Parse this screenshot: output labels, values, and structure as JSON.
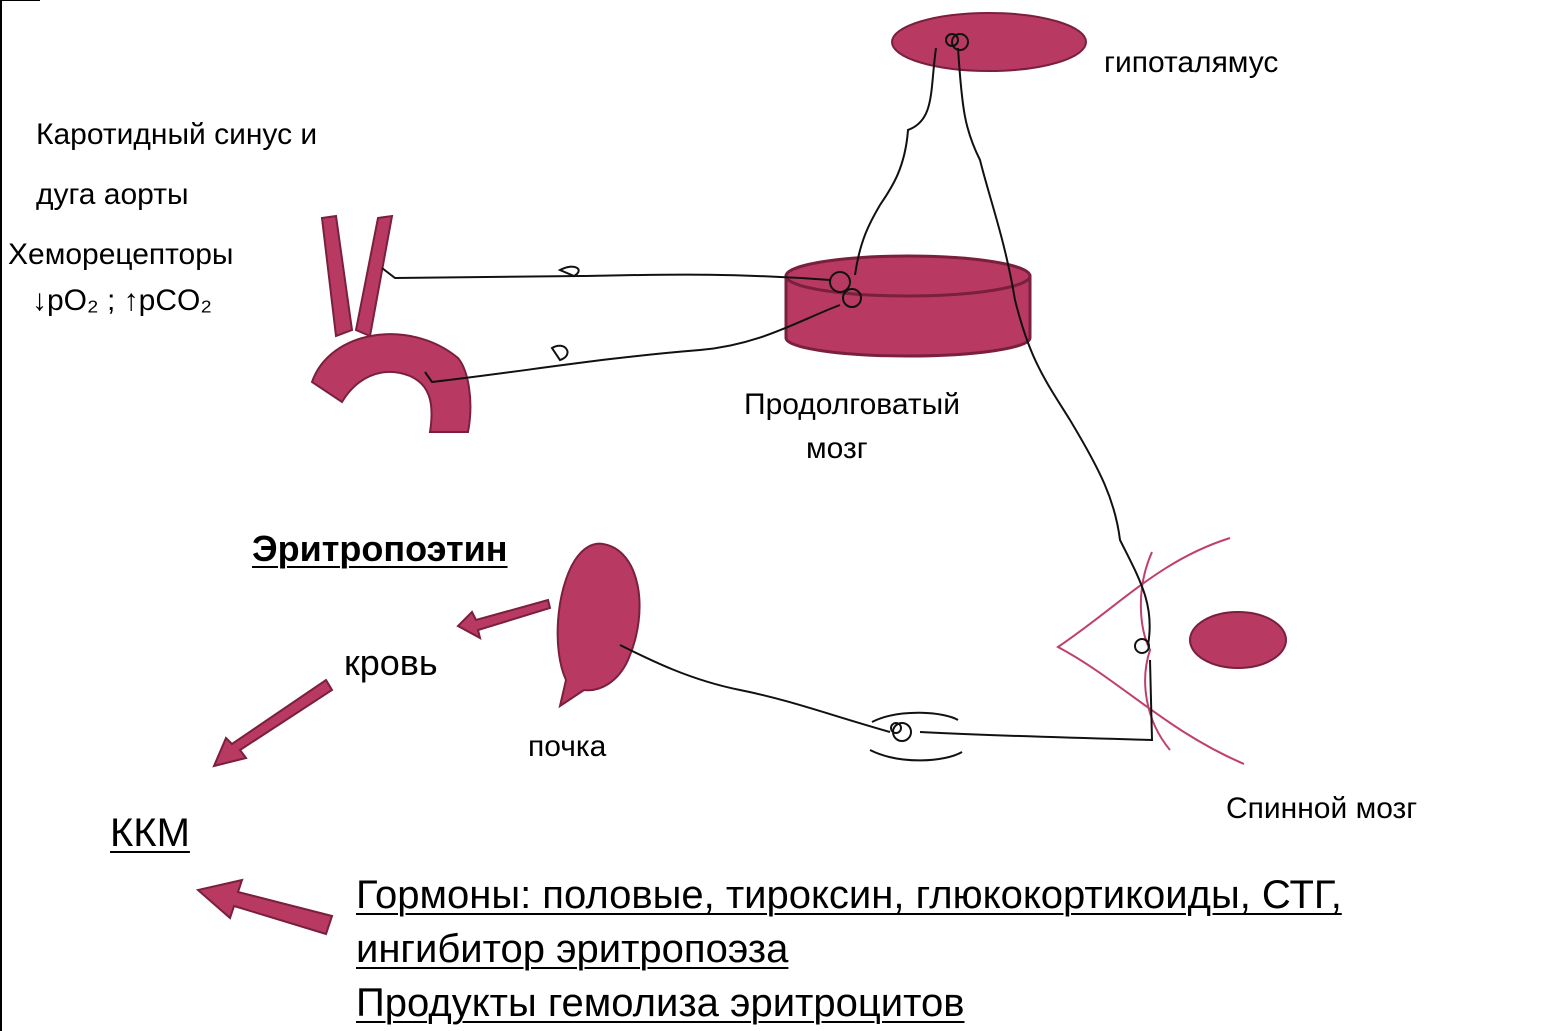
{
  "labels": {
    "hypothalamus": "гипоталямус",
    "carotid_line1": "Каротидный синус и",
    "carotid_line2": "дуга аорты",
    "chemoreceptors": "Хеморецепторы",
    "gas_formula": "↓pO₂ ; ↑pCO₂",
    "medulla_line1": "Продолговатый",
    "medulla_line2": "мозг",
    "erythropoietin": "Эритропоэтин",
    "blood": "кровь",
    "kidney": "почка",
    "spinal_cord": "Спинной мозг",
    "bone_marrow": "ККМ",
    "hormones_line1": "Гормоны: половые, тироксин, глюкокортикоиды, СТГ,",
    "hormones_line2": "ингибитор эритропоэза",
    "hormones_line3": "Продукты гемолиза эритроцитов"
  },
  "colors": {
    "organ_fill": "#B83A63",
    "organ_stroke": "#7A1F3E",
    "thin_line": "#C0406A",
    "nerve": "#111111"
  }
}
